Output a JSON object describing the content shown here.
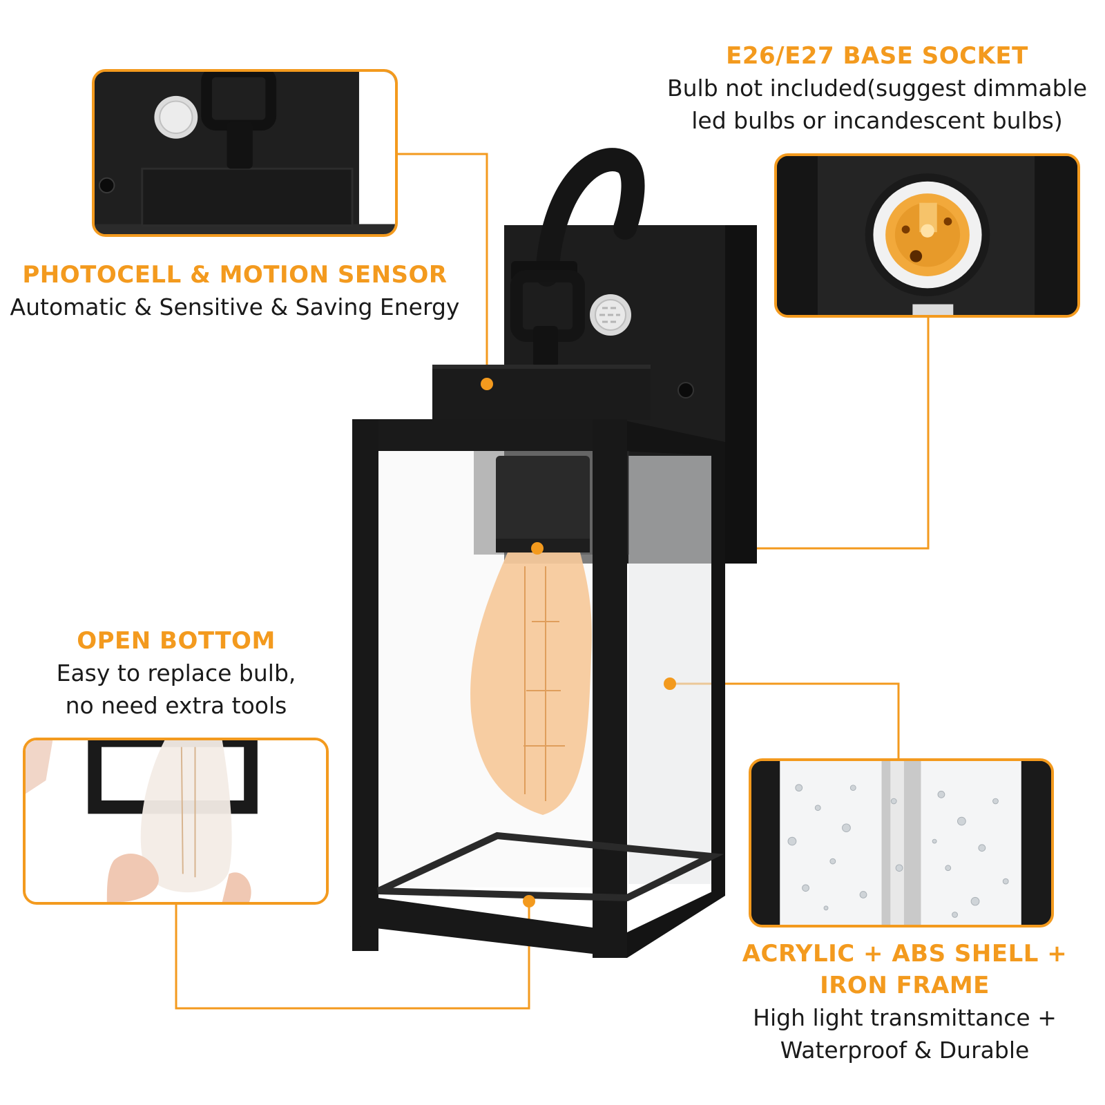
{
  "colors": {
    "accent": "#f39a1e",
    "fixture": "#1a1a1a",
    "bulb": "#f6c99a",
    "text": "#1a1a1a"
  },
  "features": {
    "sensor": {
      "title": "PHOTOCELL & MOTION SENSOR",
      "desc": "Automatic & Sensitive & Saving Energy"
    },
    "socket": {
      "title": "E26/E27 BASE SOCKET",
      "desc_line1": "Bulb not included(suggest dimmable",
      "desc_line2": "led bulbs or incandescent bulbs)"
    },
    "bottom": {
      "title": "OPEN BOTTOM",
      "desc_line1": "Easy to replace bulb,",
      "desc_line2": "no need extra tools"
    },
    "shell": {
      "title_line1": "ACRYLIC + ABS SHELL +",
      "title_line2": "IRON FRAME",
      "desc_line1": "High light transmittance +",
      "desc_line2": "Waterproof & Durable"
    }
  },
  "icons": [
    "motion-sensor-icon",
    "bulb-socket-icon",
    "bulb-icon",
    "water-droplets-icon"
  ]
}
